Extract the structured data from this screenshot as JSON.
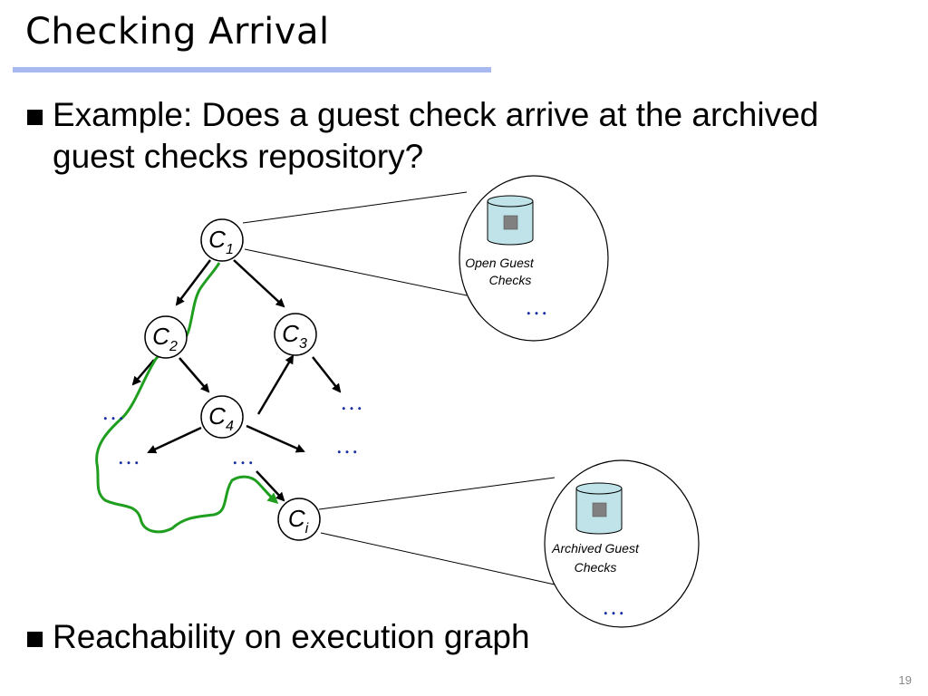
{
  "slide": {
    "title": "Checking Arrival",
    "page_number": "19"
  },
  "bullets": [
    {
      "text": "Example: Does a guest check arrive at the archived guest checks repository?"
    },
    {
      "text": "Reachability on execution graph"
    }
  ],
  "diagram": {
    "nodes": [
      {
        "id": "c1",
        "base": "C",
        "sub": "1"
      },
      {
        "id": "c2",
        "base": "C",
        "sub": "2"
      },
      {
        "id": "c3",
        "base": "C",
        "sub": "3"
      },
      {
        "id": "c4",
        "base": "C",
        "sub": "4"
      },
      {
        "id": "ci",
        "base": "C",
        "sub": "i"
      }
    ],
    "ellipsis": "…",
    "callouts": [
      {
        "id": "open",
        "label_lines": [
          "Open Guest",
          "Checks"
        ],
        "icon": "database-icon"
      },
      {
        "id": "archived",
        "label_lines": [
          "Archived Guest",
          "Checks"
        ],
        "icon": "database-icon"
      }
    ],
    "colors": {
      "node_stroke": "#000000",
      "path": "#1f9e1f",
      "ellipsis": "#1a2f9f",
      "db_fill": "#bfe3e8",
      "db_square": "#808080"
    }
  }
}
